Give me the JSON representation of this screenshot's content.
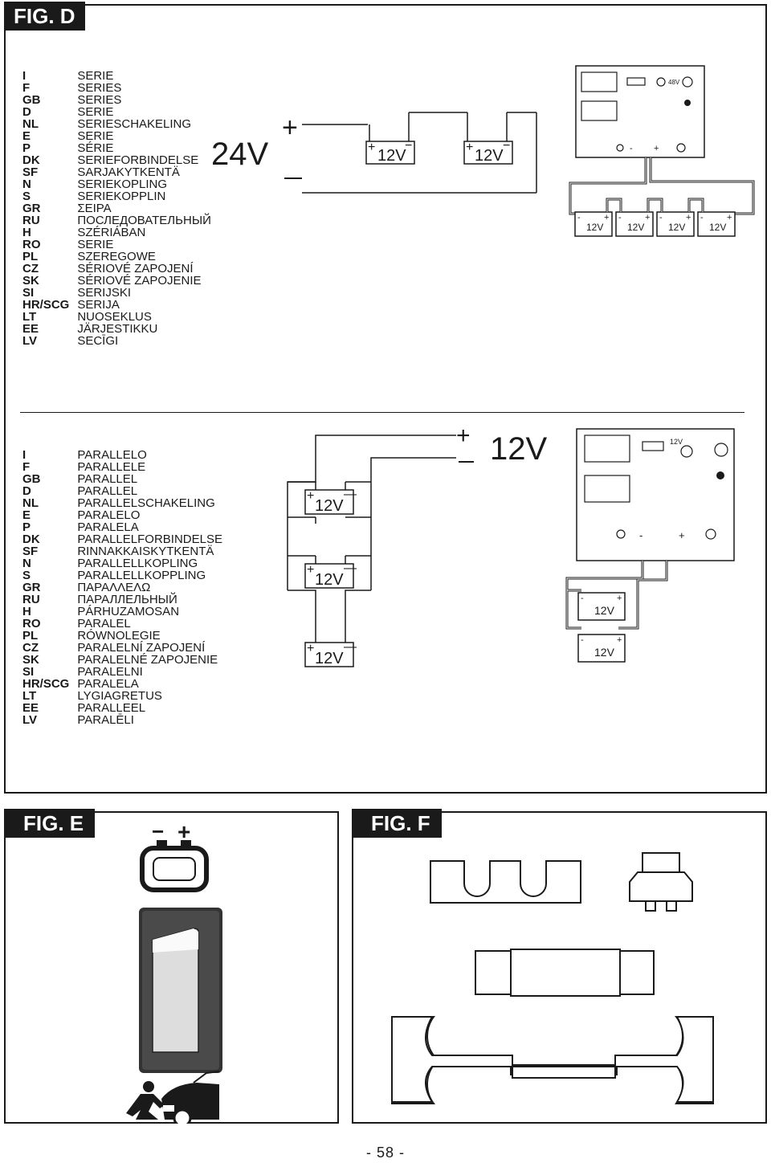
{
  "fig_d": {
    "label": "FIG. D",
    "series": {
      "voltage": "24V",
      "plus": "+",
      "minus": "—",
      "battery_label": "12V",
      "charger_switch_label": "48V",
      "terminal_minus": "-",
      "terminal_plus": "+",
      "languages": [
        {
          "code": "I",
          "text": "SERIE"
        },
        {
          "code": "F",
          "text": "SERIES"
        },
        {
          "code": "GB",
          "text": "SERIES"
        },
        {
          "code": "D",
          "text": "SERIE"
        },
        {
          "code": "NL",
          "text": "SERIESCHAKELING"
        },
        {
          "code": "E",
          "text": "SERIE"
        },
        {
          "code": "P",
          "text": "SÉRIE"
        },
        {
          "code": "DK",
          "text": "SERIEFORBINDELSE"
        },
        {
          "code": "SF",
          "text": "SARJAKYTKENTÄ"
        },
        {
          "code": "N",
          "text": "SERIEKOPLING"
        },
        {
          "code": "S",
          "text": "SERIEKOPPLIN"
        },
        {
          "code": "GR",
          "text": "ΣΕΙΡΑ"
        },
        {
          "code": "RU",
          "text": "ПОСЛЕДОВАТЕЛЬНЫЙ"
        },
        {
          "code": "H",
          "text": "SZÉRIÁBAN"
        },
        {
          "code": "RO",
          "text": "SERIE"
        },
        {
          "code": "PL",
          "text": "SZEREGOWE"
        },
        {
          "code": "CZ",
          "text": "SÉRIOVÉ ZAPOJENÍ"
        },
        {
          "code": "SK",
          "text": "SÉRIOVÉ ZAPOJENIE"
        },
        {
          "code": "SI",
          "text": "SERIJSKI"
        },
        {
          "code": "HR/SCG",
          "text": "SERIJA"
        },
        {
          "code": "LT",
          "text": "NUOSEKLUS"
        },
        {
          "code": "EE",
          "text": "JÄRJESTIKKU"
        },
        {
          "code": "LV",
          "text": "SECĪGI"
        }
      ]
    },
    "parallel": {
      "voltage": "12V",
      "plus": "+",
      "minus": "—",
      "battery_label": "12V",
      "charger_switch_label": "12V",
      "terminal_minus": "-",
      "terminal_plus": "+",
      "languages": [
        {
          "code": "I",
          "text": "PARALLELO"
        },
        {
          "code": "F",
          "text": "PARALLELE"
        },
        {
          "code": "GB",
          "text": "PARALLEL"
        },
        {
          "code": "D",
          "text": "PARALLEL"
        },
        {
          "code": "NL",
          "text": "PARALLELSCHAKELING"
        },
        {
          "code": "E",
          "text": "PARALELO"
        },
        {
          "code": "P",
          "text": "PARALELA"
        },
        {
          "code": "DK",
          "text": "PARALLELFORBINDELSE"
        },
        {
          "code": "SF",
          "text": "RINNAKKAISKYTKENTÄ"
        },
        {
          "code": "N",
          "text": "PARALLELLKOPLING"
        },
        {
          "code": "S",
          "text": "PARALLELLKOPPLING"
        },
        {
          "code": "GR",
          "text": "ΠΑΡΑΛΛΕΛΩ"
        },
        {
          "code": "RU",
          "text": "ПАРАЛЛЕЛЬНЫЙ"
        },
        {
          "code": "H",
          "text": "PÁRHUZAMOSAN"
        },
        {
          "code": "RO",
          "text": "PARALEL"
        },
        {
          "code": "PL",
          "text": "RÓWNOLEGIE"
        },
        {
          "code": "CZ",
          "text": "PARALELNÍ ZAPOJENÍ"
        },
        {
          "code": "SK",
          "text": "PARALELNÉ ZAPOJENIE"
        },
        {
          "code": "SI",
          "text": "PARALELNI"
        },
        {
          "code": "HR/SCG",
          "text": "PARALELA"
        },
        {
          "code": "LT",
          "text": "LYGIAGRETUS"
        },
        {
          "code": "EE",
          "text": "PARALLEEL"
        },
        {
          "code": "LV",
          "text": "PARALĒLI"
        }
      ]
    }
  },
  "fig_e": {
    "label": "FIG. E",
    "minus": "−",
    "plus": "+"
  },
  "fig_f": {
    "label": "FIG. F"
  },
  "page_number": "- 58 -",
  "icons": {
    "fig_e_battery": "battery-icon",
    "fig_e_switch": "rocker-switch-icon",
    "fig_e_pictogram": "person-charging-car-icon",
    "fig_f_fuses": "fuse-types-icon"
  }
}
